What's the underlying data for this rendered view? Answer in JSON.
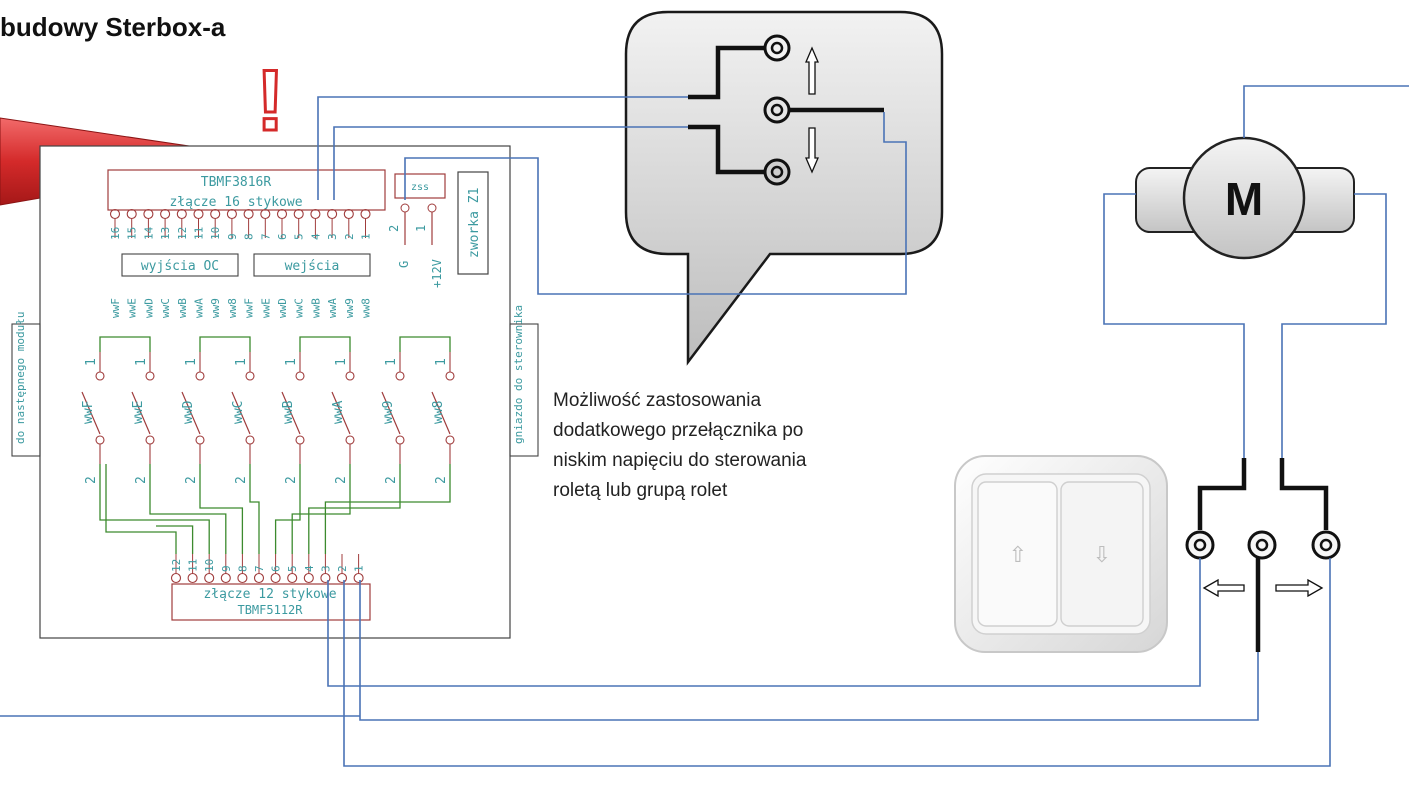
{
  "title": "budowy Sterbox-a",
  "warning_glyph": "!",
  "board": {
    "top_connector_name": "TBMF3816R",
    "top_connector_desc": "złącze 16 stykowe",
    "zss_label": "zss",
    "jumper_label": "zworka Z1",
    "outputs_label": "wyjścia OC",
    "inputs_label": "wejścia",
    "pin_g": "G",
    "pin_12v": "+12V",
    "pin_2": "2",
    "pin_1": "1",
    "top_pins": [
      "16",
      "15",
      "14",
      "13",
      "12",
      "11",
      "10",
      "9",
      "8",
      "7",
      "6",
      "5",
      "4",
      "3",
      "2",
      "1"
    ],
    "signal_names": [
      "wwF",
      "wwE",
      "wwD",
      "wwC",
      "wwB",
      "wwA",
      "ww9",
      "ww8",
      "wwF",
      "wwE",
      "wwD",
      "wwC",
      "wwB",
      "wwA",
      "ww9",
      "ww8"
    ],
    "left_side_label": "do następnego modułu",
    "right_side_label": "gniazdo do sterownika",
    "relay_names": [
      "wwF",
      "wwE",
      "wwD",
      "wwC",
      "wwB",
      "wwA",
      "ww9",
      "ww8"
    ],
    "relay_pin_top": "1",
    "relay_pin_bottom": "2",
    "bottom_pins": [
      "12",
      "11",
      "10",
      "9",
      "8",
      "7",
      "6",
      "5",
      "4",
      "3",
      "2",
      "1"
    ],
    "bottom_connector_desc": "złącze 12 stykowe",
    "bottom_connector_name": "TBMF5112R"
  },
  "motor_label": "M",
  "note_lines": [
    "Możliwość zastosowania",
    "dodatkowego przełącznika po",
    "niskim napięciu do sterowania",
    "roletą lub grupą rolet"
  ],
  "switch_arrows": {
    "up": "⇧",
    "down": "⇩"
  },
  "colors": {
    "wire": "#4a73b6",
    "pcb_text": "#3c9aa0",
    "pcb_trace": "#3c8a2e",
    "pcb_outline": "#a03c3c",
    "warning": "#d42a2a"
  }
}
